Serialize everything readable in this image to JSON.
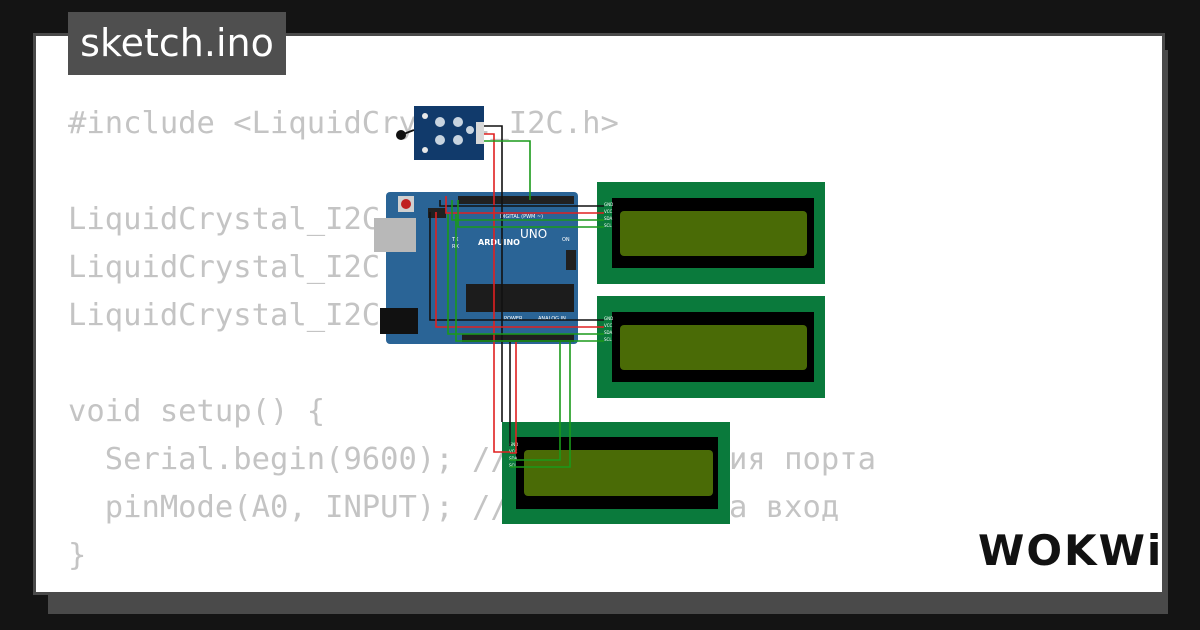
{
  "file_tab": {
    "label": "sketch.ino"
  },
  "code_lines": [
    "#include <LiquidCrystal_I2C.h>",
    "",
    "LiquidCrystal_I2C",
    "LiquidCrystal_I2C",
    "LiquidCrystal_I2C",
    "",
    "void setup() {",
    "  Serial.begin(9600); // инициализация порта",
    "  pinMode(A0, INPUT); // настроить на вход",
    "}"
  ],
  "board": {
    "digital_label": "DIGITAL (PWM ~)",
    "brand": "ARDUINO",
    "model": "UNO",
    "tx": "TX",
    "rx": "RX",
    "on": "ON",
    "power_label": "POWER",
    "analog_label": "ANALOG IN"
  },
  "lcd_pins": [
    "GND",
    "VCC",
    "SDA",
    "SCL"
  ],
  "brand_logo": "WOKWi",
  "colors": {
    "board_blue": "#2a6496",
    "lcd_green": "#0a7a3c",
    "lcd_screen": "#4a6b06",
    "sensor_blue": "#113a6b",
    "wire_black": "#111111",
    "wire_red": "#e02020",
    "wire_green": "#1a9a1a"
  }
}
